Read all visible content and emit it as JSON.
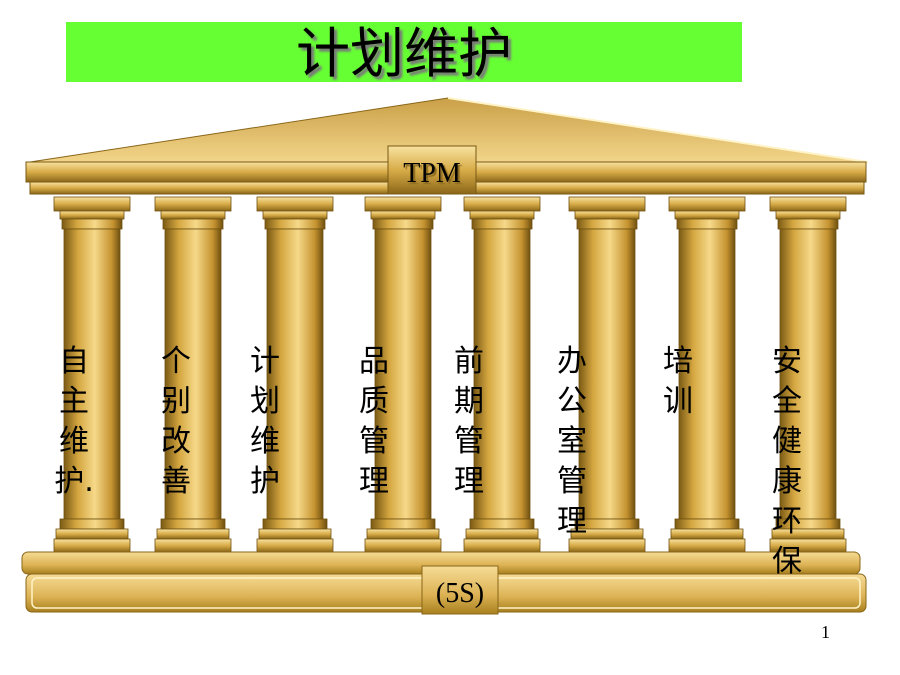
{
  "slide": {
    "title": "计划维护",
    "page_number": "1"
  },
  "temple": {
    "roof_label": "TPM",
    "base_label": "(5S)",
    "pillars": [
      {
        "label": "自主维护."
      },
      {
        "label": "个别改善"
      },
      {
        "label": "计划维护"
      },
      {
        "label": "品质管理"
      },
      {
        "label": "前期管理"
      },
      {
        "label": "办公室管理"
      },
      {
        "label": "培训"
      },
      {
        "label": "安全健康环保"
      }
    ]
  },
  "colors": {
    "banner": "#66ff33",
    "gold_light": "#f6d98a",
    "gold_mid": "#d4a640",
    "gold_dark": "#7a5a14"
  }
}
